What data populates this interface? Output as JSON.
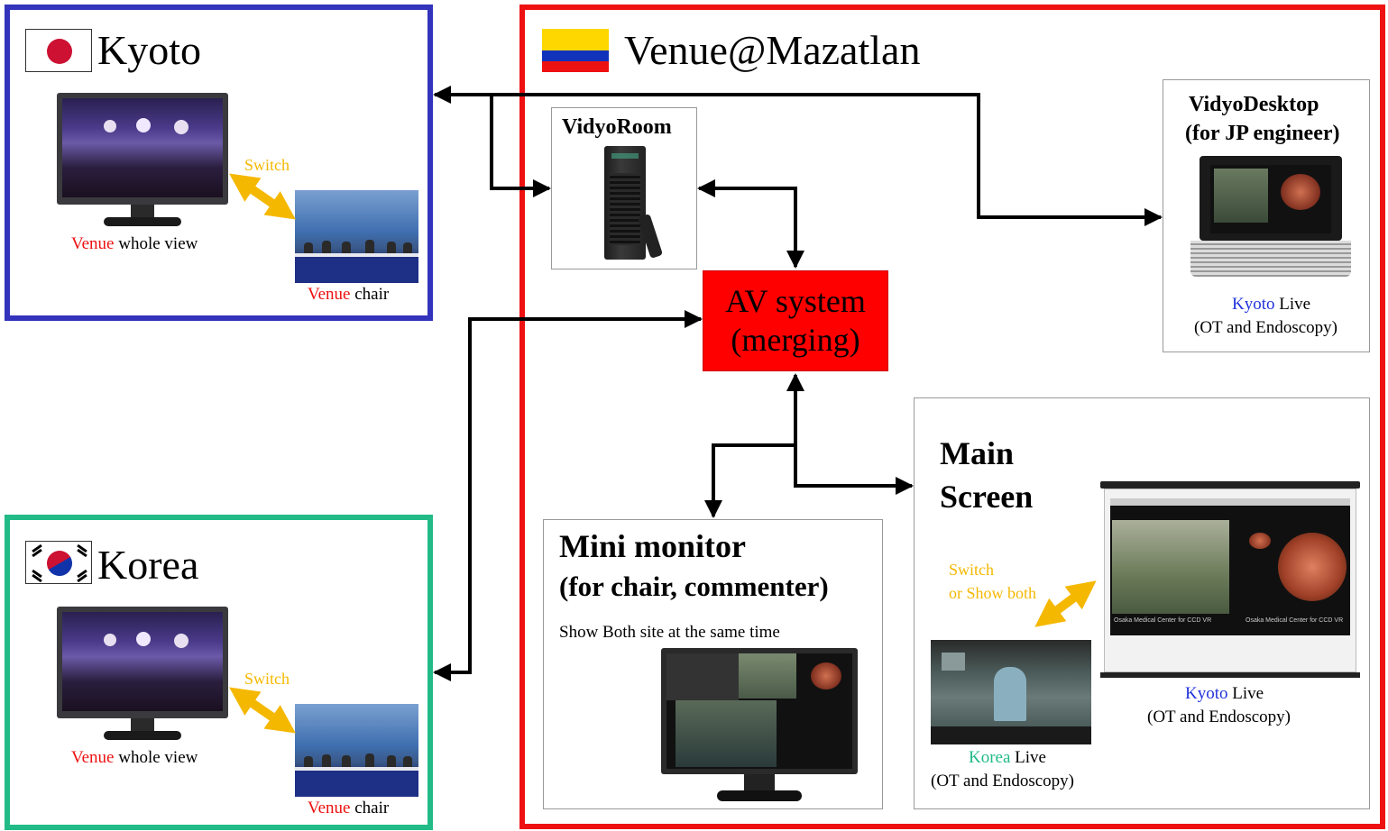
{
  "kyoto": {
    "title": "Kyoto",
    "switch_label": "Switch",
    "whole_view_hl": "Venue",
    "whole_view_rest": " whole view",
    "chair_hl": "Venue",
    "chair_rest": " chair"
  },
  "korea": {
    "title": "Korea",
    "switch_label": "Switch",
    "whole_view_hl": "Venue",
    "whole_view_rest": " whole view",
    "chair_hl": "Venue",
    "chair_rest": " chair"
  },
  "mazatlan": {
    "title": "Venue@Mazatlan",
    "vidyoroom": "VidyoRoom",
    "desktop_line1": "VidyoDesktop",
    "desktop_line2": "(for JP engineer)",
    "desktop_cap_hl": "Kyoto",
    "desktop_cap_rest": " Live",
    "desktop_cap_line2": "(OT and Endoscopy)",
    "av_line1": "AV system",
    "av_line2": "(merging)",
    "mini_line1": "Mini monitor",
    "mini_line2": "(for chair, commenter)",
    "mini_desc": "Show Both site at the same time",
    "main_line1": "Main",
    "main_line2": "Screen",
    "main_switch_line1": "Switch",
    "main_switch_line2": "or Show both",
    "korea_live_hl": "Korea",
    "korea_live_rest": " Live",
    "korea_live_line2": "(OT and Endoscopy)",
    "kyoto_live_hl": "Kyoto",
    "kyoto_live_rest": " Live",
    "kyoto_live_line2": "(OT and Endoscopy)",
    "screen_overlay_left": "Osaka Medical Center for CCD VR",
    "screen_overlay_right": "Osaka Medical Center for CCD VR"
  },
  "colors": {
    "kyoto_frame": "#3333bb",
    "korea_frame": "#22bb88",
    "mazatlan_frame": "#ee1111",
    "av_box": "#ff0000",
    "highlight_red": "#ee1111",
    "highlight_blue": "#2233dd",
    "highlight_green": "#22bb88",
    "switch": "#f5b800"
  }
}
